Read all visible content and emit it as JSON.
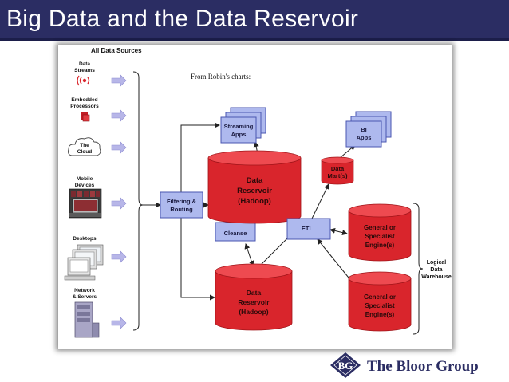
{
  "slide": {
    "title": "Big Data and the Data Reservoir"
  },
  "diagram": {
    "note": "From Robin's charts:",
    "sources_header": "All Data Sources",
    "sources": [
      {
        "label": [
          "Data",
          "Streams"
        ],
        "icon": "signal-icon"
      },
      {
        "label": [
          "Embedded",
          "Processors"
        ],
        "icon": "chip-icon"
      },
      {
        "label": [
          "The",
          "Cloud"
        ],
        "icon": "cloud-icon"
      },
      {
        "label": [
          "Mobile",
          "Devices"
        ],
        "icon": "mobile-devices-icon"
      },
      {
        "label": [
          "Desktops"
        ],
        "icon": "desktop-icon"
      },
      {
        "label": [
          "Network",
          "& Servers"
        ],
        "icon": "server-icon"
      }
    ],
    "filtering": [
      "Filtering &",
      "Routing"
    ],
    "streaming": [
      "Streaming",
      "Apps"
    ],
    "bi": [
      "BI",
      "Apps"
    ],
    "reservoir_top": [
      "Data",
      "Reservoir",
      "(Hadoop)"
    ],
    "reservoir_bottom": [
      "Data",
      "Reservoir",
      "(Hadoop)"
    ],
    "data_mart": [
      "Data",
      "Mart(s)"
    ],
    "cleanse": "Cleanse",
    "etl": "ETL",
    "engine_top": [
      "General or",
      "Specialist",
      "Engine(s)"
    ],
    "engine_bottom": [
      "General or",
      "Specialist",
      "Engine(s)"
    ],
    "warehouse": [
      "Logical",
      "Data",
      "Warehouse"
    ]
  },
  "brand": {
    "monogram": "BG",
    "name": "The Bloor Group"
  },
  "colors": {
    "title_bg": "#2b2d63",
    "red": "#d9252c",
    "red_dark": "#a01419",
    "blue_box": "#aeb9ee",
    "blue_border": "#4a56b0",
    "arrow_light": "#b7b6e8"
  }
}
